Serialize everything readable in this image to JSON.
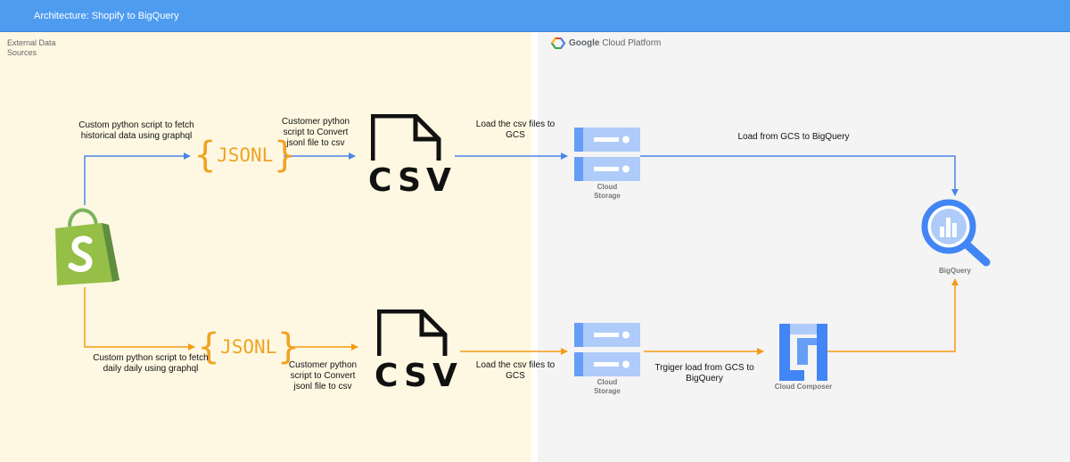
{
  "header": {
    "title": "Architecture: Shopify to BigQuery"
  },
  "panels": {
    "external": {
      "label": "External Data Sources"
    },
    "gcp": {
      "logo_text_bold": "Google",
      "logo_text": "Cloud Platform"
    }
  },
  "top_flow": {
    "step1": "Custom python script to fetch historical data using graphql",
    "jsonl": "JSONL",
    "step2": "Customer python script to Convert jsonl file to csv",
    "csv": "CSV",
    "step3": "Load the csv files to GCS",
    "step4": "Load from GCS to BigQuery"
  },
  "bottom_flow": {
    "step1": "Custom python script to fetch daily daily using graphql",
    "jsonl": "JSONL",
    "step2": "Customer python script to Convert jsonl file to csv",
    "csv": "CSV",
    "step3": "Load the csv files to GCS",
    "step4": "Trgiger load from GCS to BigQuery"
  },
  "services": {
    "storage_top": "Cloud Storage",
    "storage_bottom": "Cloud Storage",
    "bigquery": "BigQuery",
    "composer": "Cloud Composer"
  },
  "colors": {
    "blue_flow": "#4a86e8",
    "orange_flow": "#f39c12",
    "jsonl": "#f0a324",
    "gcp_blue": "#4285f4"
  }
}
